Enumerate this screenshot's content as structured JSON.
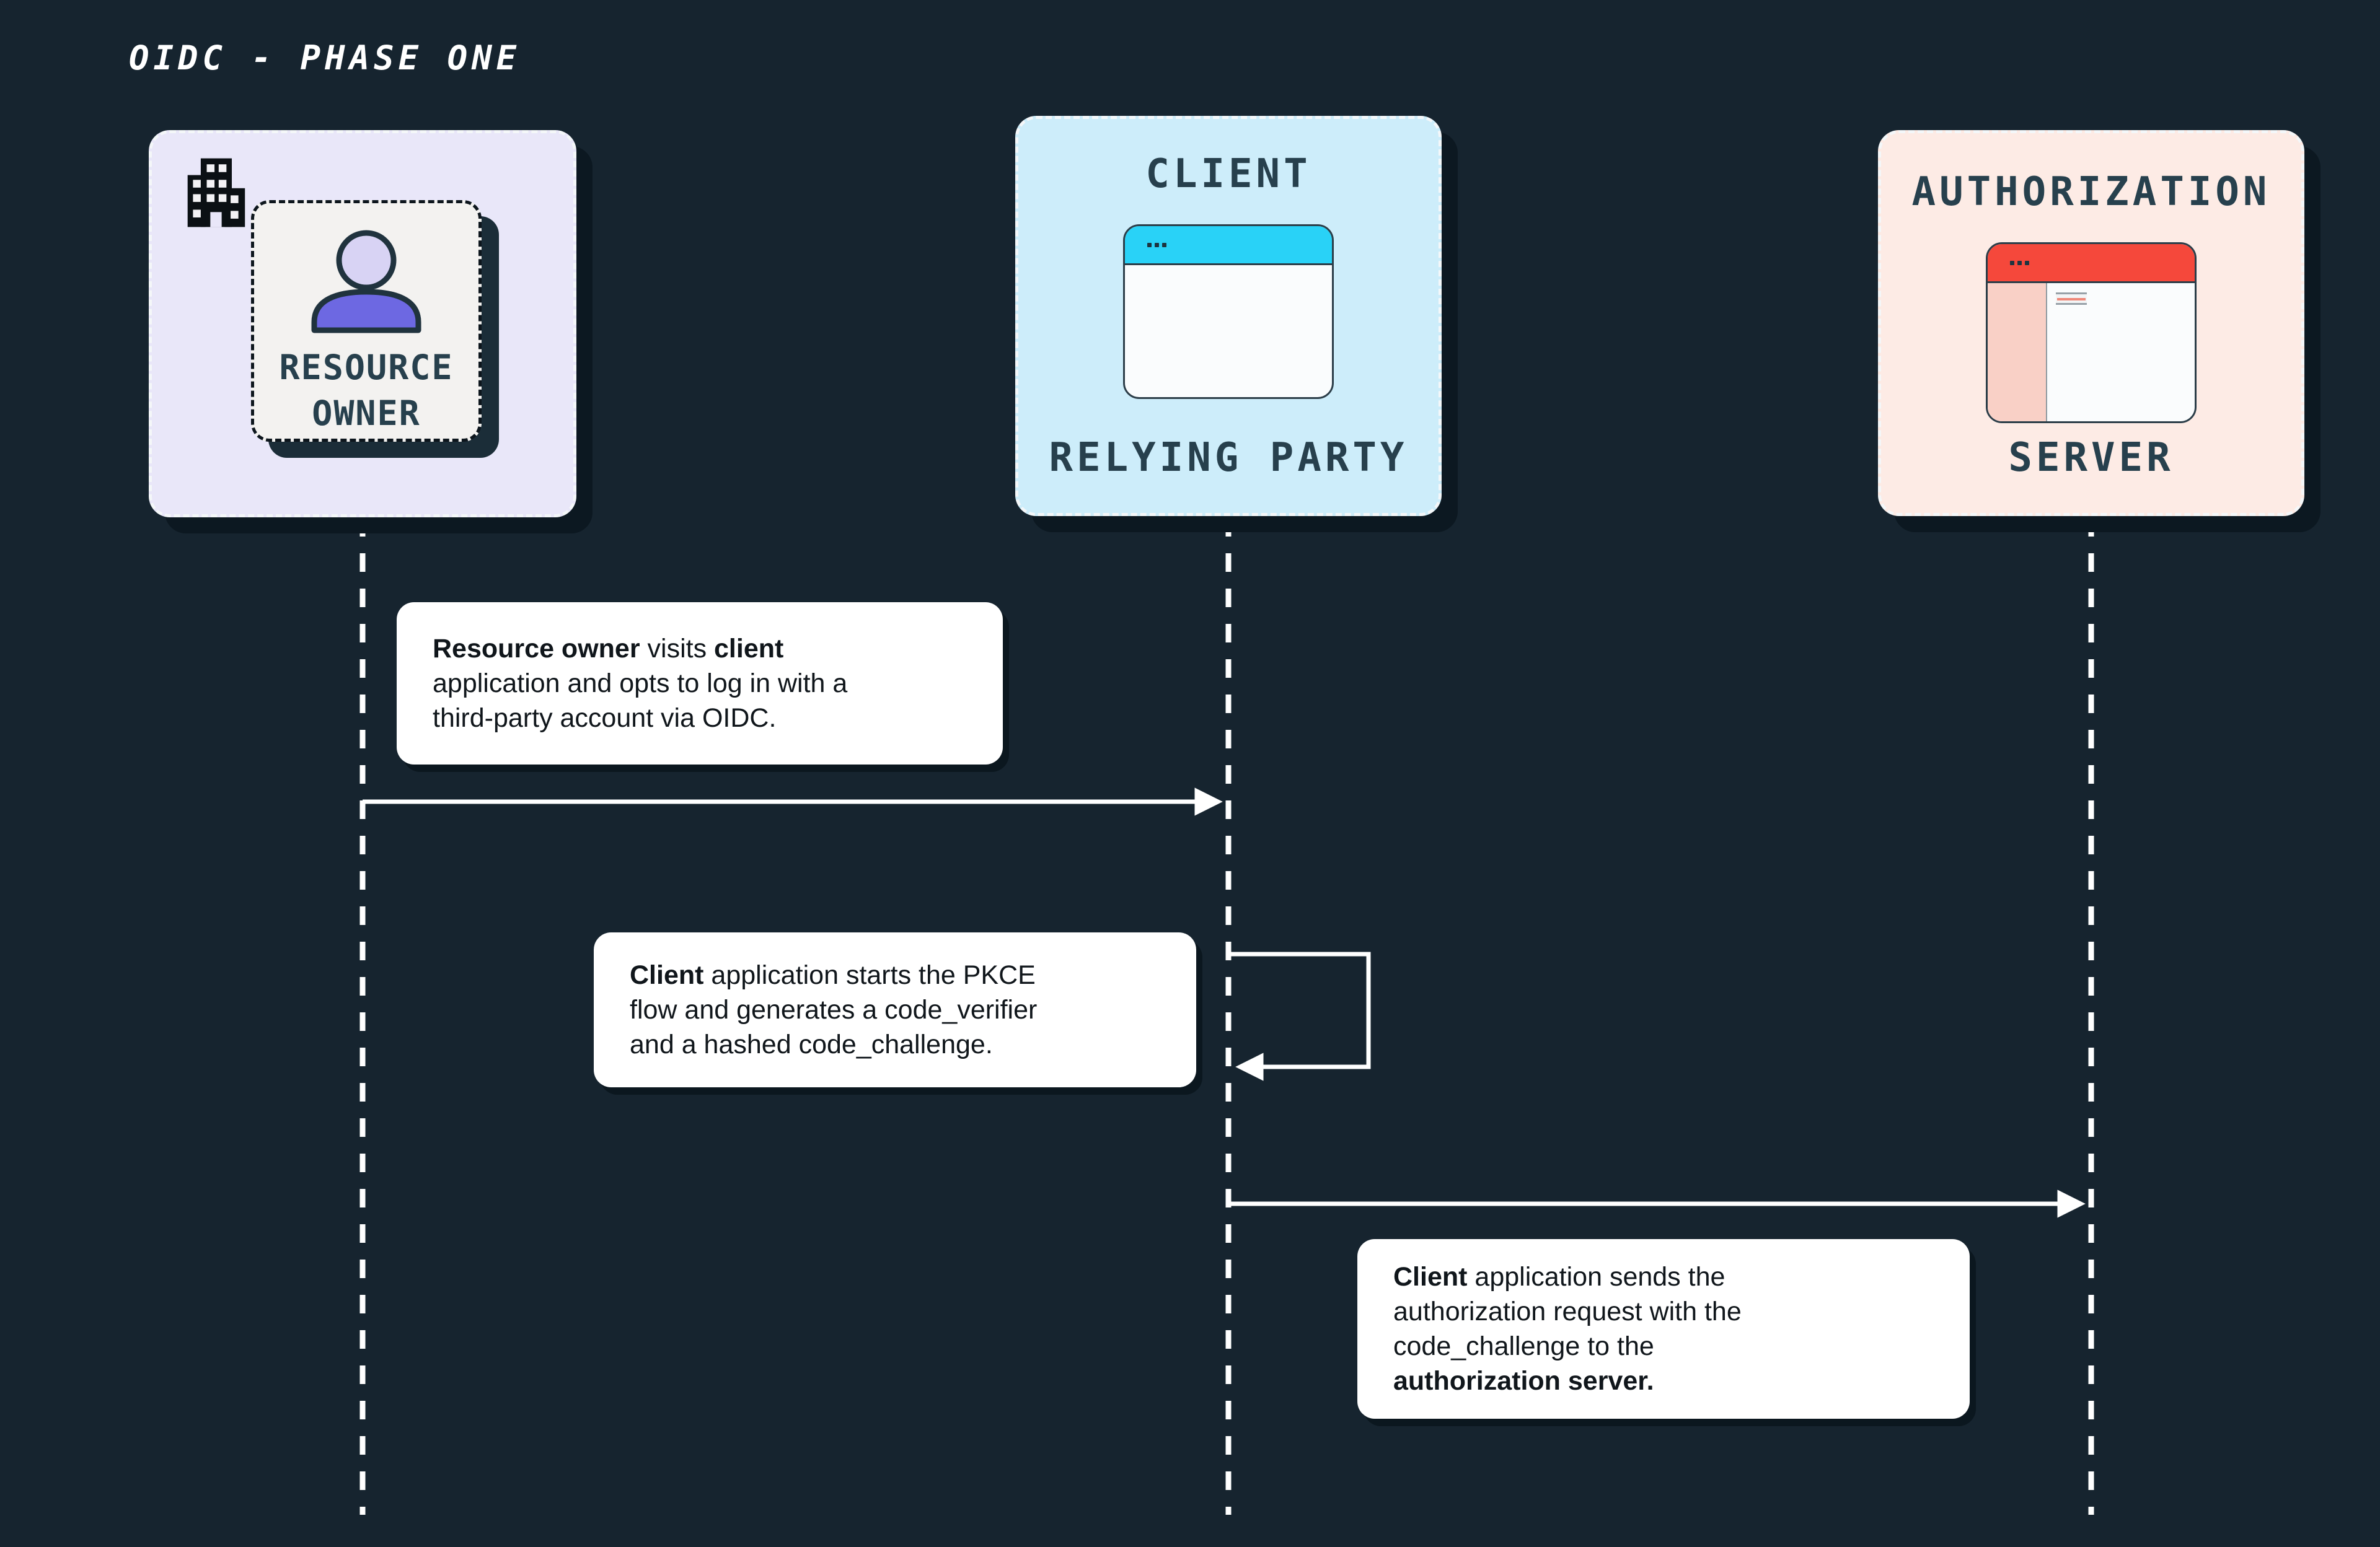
{
  "title": "OIDC - PHASE ONE",
  "actors": {
    "resource_owner": {
      "card_label": "RESOURCE OWNER"
    },
    "client": {
      "top_label": "CLIENT",
      "bottom_label": "RELYING PARTY"
    },
    "authorization_server": {
      "top_label": "AUTHORIZATION",
      "bottom_label": "SERVER"
    }
  },
  "messages": [
    {
      "name": "resource-owner-to-client",
      "lines": [
        [
          {
            "t": "Resource owner",
            "b": true
          },
          {
            "t": " visits ",
            "b": false
          },
          {
            "t": "client",
            "b": true
          }
        ],
        [
          {
            "t": "application and opts to log in with a",
            "b": false
          }
        ],
        [
          {
            "t": "third-party account via OIDC.",
            "b": false
          }
        ]
      ]
    },
    {
      "name": "client-self-pkce",
      "lines": [
        [
          {
            "t": "Client",
            "b": true
          },
          {
            "t": " application starts the PKCE",
            "b": false
          }
        ],
        [
          {
            "t": "flow and generates a code_verifier",
            "b": false
          }
        ],
        [
          {
            "t": "and a hashed code_challenge.",
            "b": false
          }
        ]
      ]
    },
    {
      "name": "client-to-authorization-server",
      "lines": [
        [
          {
            "t": "Client",
            "b": true
          },
          {
            "t": " application sends the",
            "b": false
          }
        ],
        [
          {
            "t": "authorization request with the",
            "b": false
          }
        ],
        [
          {
            "t": "code_challenge to the",
            "b": false
          }
        ],
        [
          {
            "t": "authorization server.",
            "b": true
          }
        ]
      ]
    }
  ],
  "icons": [
    "building-icon",
    "person-icon",
    "browser-window-icon-cyan",
    "browser-window-icon-red",
    "arrow-right-icon",
    "self-loop-arrow-icon"
  ],
  "colors": {
    "bg": "#16242f",
    "box_lavender": "#e9e7f9",
    "box_cyan": "#cdedfa",
    "box_pink": "#fdebe5",
    "header_cyan": "#29d2f7",
    "header_red": "#f5483b",
    "sidebar_pink": "#f9d0c6",
    "indigo": "#6d68e2",
    "head_lavender": "#d8d3f4",
    "dark_slate": "#27404d",
    "label_text": "#10161b",
    "card_bg": "#f3f2f0",
    "window_body": "#fafcfd",
    "shadow_dark": "#0c1821",
    "card_shadow": "#1b2d38",
    "line_white": "#ffffff"
  }
}
